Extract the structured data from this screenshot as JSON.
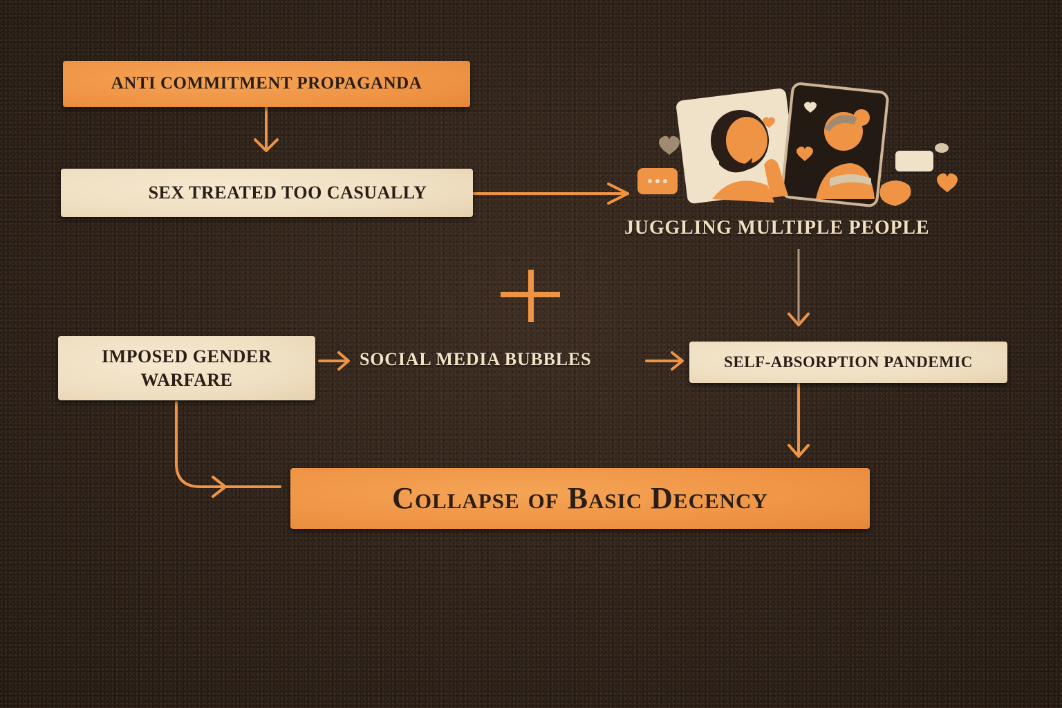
{
  "nodes": {
    "anti_commitment": "ANTI COMMITMENT PROPAGANDA",
    "sex_casual": "SEX TREATED TOO CASUALLY",
    "juggling": "JUGGLING MULTIPLE PEOPLE",
    "gender_warfare": "IMPOSED GENDER WARFARE",
    "social_media": "SOCIAL MEDIA BUBBLES",
    "self_absorption": "SELF-ABSORPTION PANDEMIC",
    "collapse": "Collapse of Basic Decency"
  },
  "operator": "+",
  "icons": {
    "illustration": "dating-app-couple-illustration",
    "chat_bubble": "chat-bubble-icon",
    "heart": "heart-icon"
  },
  "colors": {
    "background": "#2b2119",
    "accent_orange": "#ef9445",
    "cream": "#efdfc2",
    "text_dark": "#2a1e17",
    "text_light": "#f2e3c7"
  }
}
